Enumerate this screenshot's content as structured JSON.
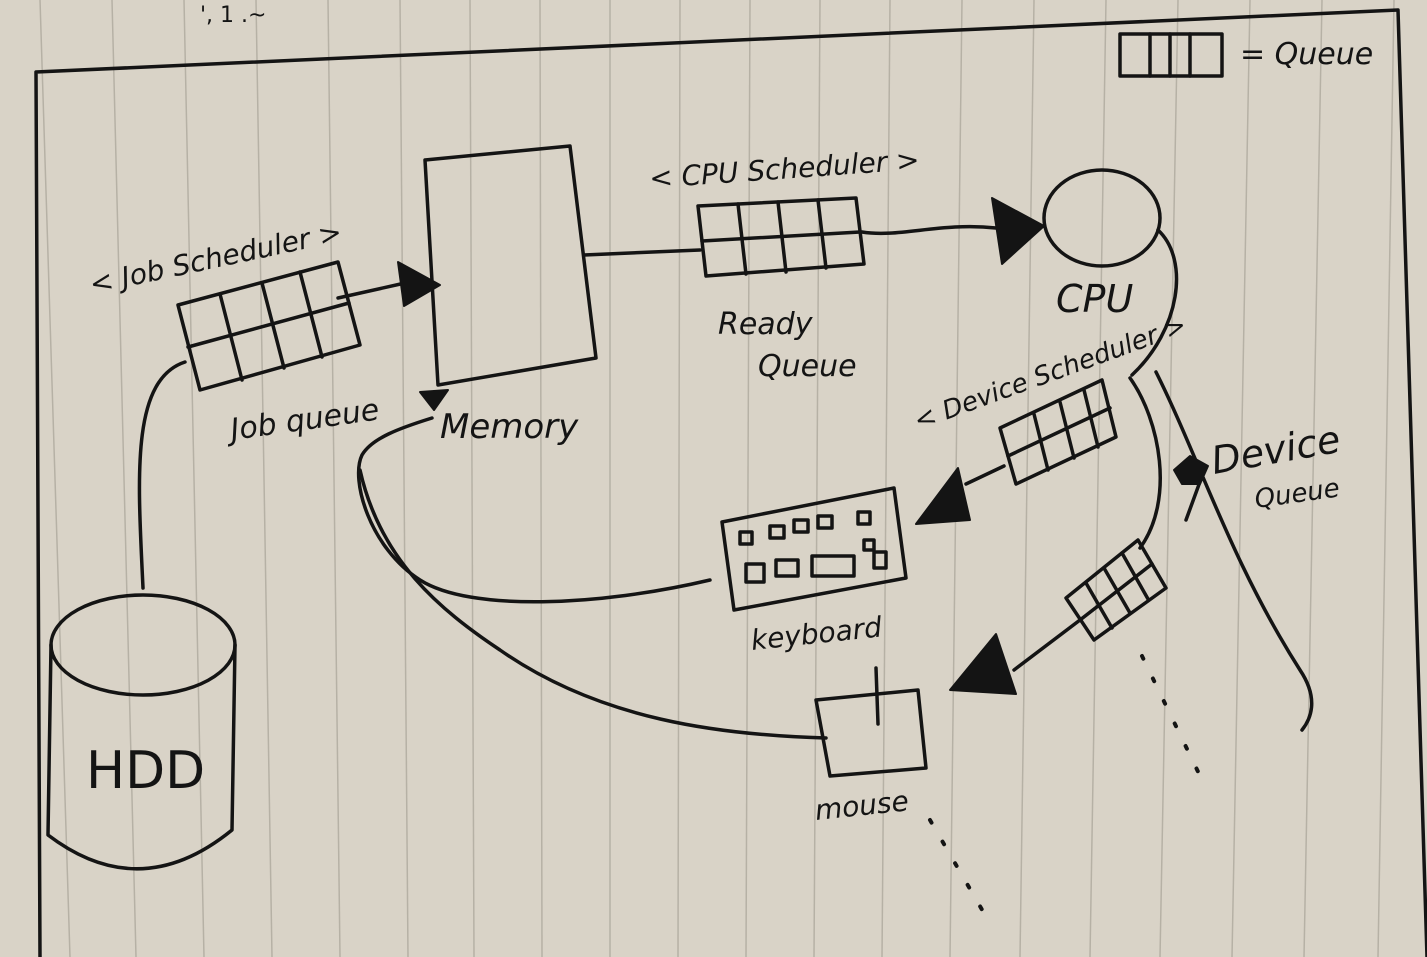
{
  "legend": {
    "label": "= Queue"
  },
  "top_scribble": "', 1 .~",
  "nodes": {
    "hdd": {
      "label": "HDD"
    },
    "memory": {
      "label": "Memory"
    },
    "cpu": {
      "label": "CPU"
    },
    "keyboard": {
      "label": "keyboard"
    },
    "mouse": {
      "label": "mouse"
    }
  },
  "queues": {
    "job_queue": {
      "label": "Job queue",
      "scheduler": "< Job Scheduler >"
    },
    "ready_queue": {
      "label_line1": "Ready",
      "label_line2": "Queue",
      "scheduler": "< CPU Scheduler >"
    },
    "device_queue": {
      "label_line1": "Device",
      "label_line2": "Queue",
      "scheduler": "< Device Scheduler >"
    }
  },
  "colors": {
    "ink": "#141414",
    "paper": "#d9d3c7",
    "rule": "#a8a398"
  }
}
